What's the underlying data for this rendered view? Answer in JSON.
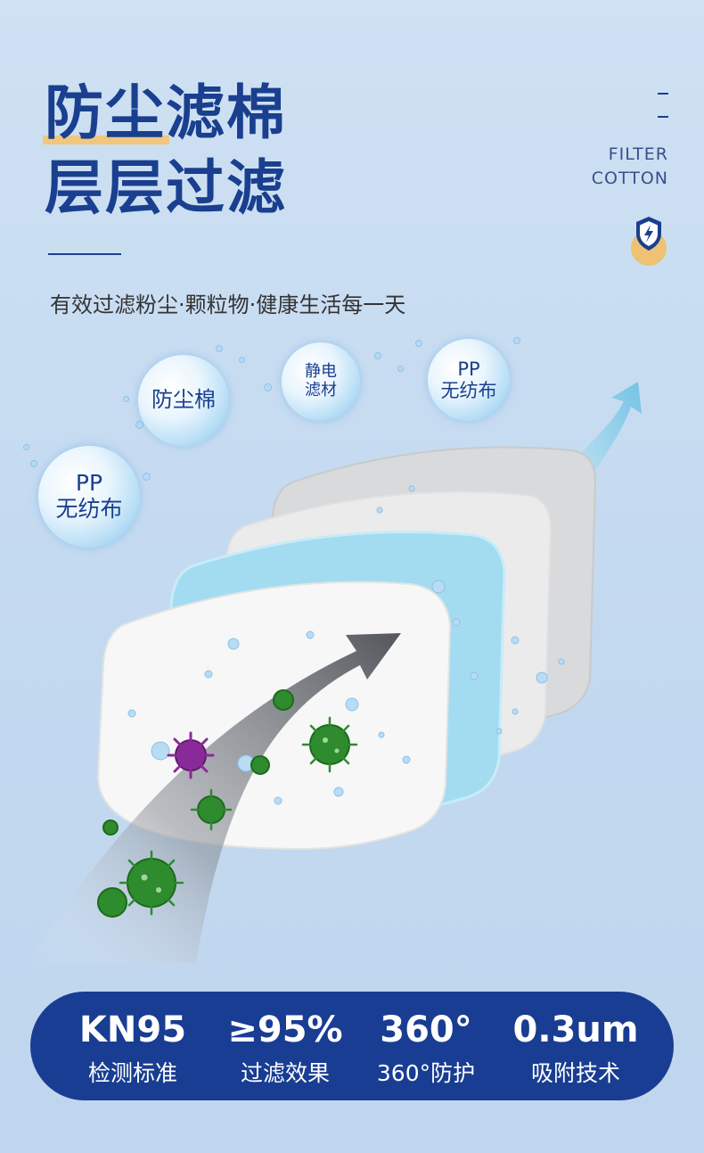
{
  "title": {
    "line1": "防尘滤棉",
    "line2": "层层过滤"
  },
  "subtitle": "有效过滤粉尘·颗粒物·健康生活每一天",
  "top_right": {
    "line1": "FILTER",
    "line2": "COTTON",
    "badge_icon": "shield-lightning-icon"
  },
  "bubbles": [
    {
      "label": "防尘棉"
    },
    {
      "label": "静电\n滤材"
    },
    {
      "label": "PP\n无纺布"
    },
    {
      "label": "PP\n无纺布"
    }
  ],
  "stats": [
    {
      "value": "KN95",
      "label": "检测标准"
    },
    {
      "value": "≥95%",
      "label": "过滤效果"
    },
    {
      "value": "360°",
      "label": "360°防护"
    },
    {
      "value": "0.3um",
      "label": "吸附技术"
    }
  ],
  "colors": {
    "brand": "#183d92",
    "accent": "#f0c77d",
    "virus_green": "#2e8b2e",
    "virus_purple": "#8a2a9a",
    "filter_blue": "#9fd8f0"
  }
}
